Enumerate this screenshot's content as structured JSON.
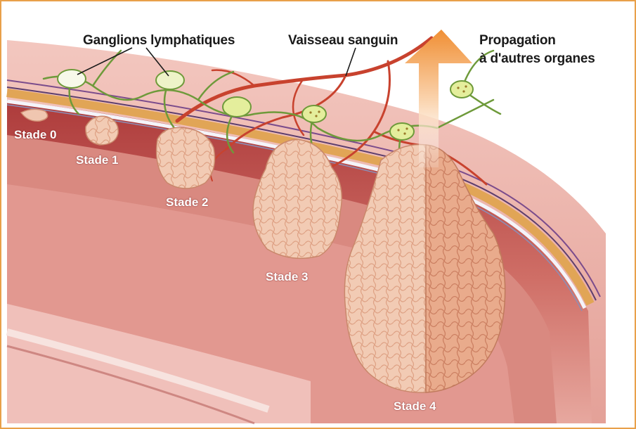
{
  "figure": {
    "labels": {
      "lymph_nodes": "Ganglions lymphatiques",
      "blood_vessel": "Vaisseau sanguin",
      "spread_line1": "Propagation",
      "spread_line2": "à d'autres organes"
    },
    "stages": [
      "Stade 0",
      "Stade 1",
      "Stade 2",
      "Stade 3",
      "Stade 4"
    ],
    "colors": {
      "frame": "#e8a04a",
      "tissue": "#c9625c",
      "tissue_light": "#edbcb2",
      "tumor": "#f1c8b0",
      "vessel": "#c8422e",
      "lymph": "#6e9a3a",
      "node": "#e4ee9c",
      "arrow": "#f29a3f"
    }
  }
}
